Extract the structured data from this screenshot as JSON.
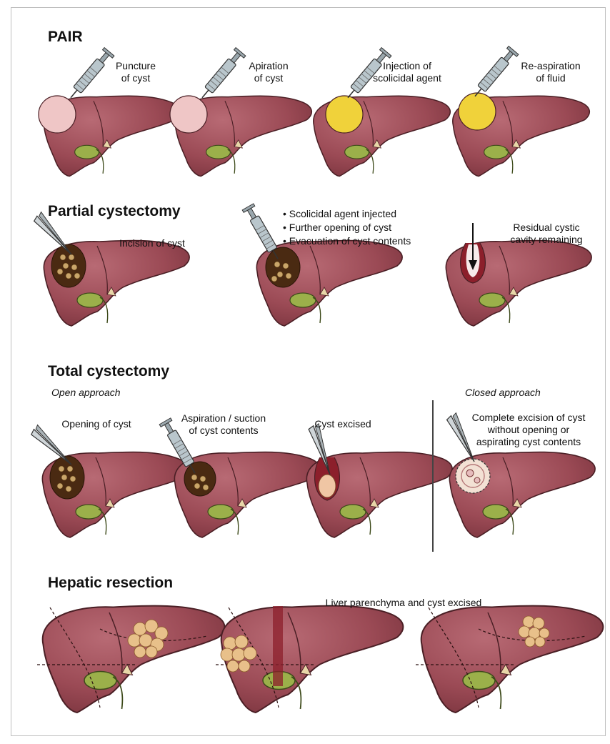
{
  "sections": {
    "pair": {
      "title": "PAIR",
      "steps": [
        {
          "line1": "Puncture",
          "line2": "of cyst"
        },
        {
          "line1": "Apiration",
          "line2": "of cyst"
        },
        {
          "line1": "Injection of",
          "line2": "scolicidal agent"
        },
        {
          "line1": "Re-aspiration",
          "line2": "of fluid"
        }
      ]
    },
    "partial": {
      "title": "Partial cystectomy",
      "step1": "Incision of cyst",
      "bullets": [
        "Scolicidal agent injected",
        "Further opening of cyst",
        "Evacuation of cyst contents"
      ],
      "step3": {
        "line1": "Residual cystic",
        "line2": "cavity remaining"
      }
    },
    "total": {
      "title": "Total cystectomy",
      "open_label": "Open approach",
      "closed_label": "Closed approach",
      "step1": "Opening of cyst",
      "step2": {
        "line1": "Aspiration / suction",
        "line2": "of cyst contents"
      },
      "step3": "Cyst excised",
      "step4": {
        "line1": "Complete excision of cyst",
        "line2": "without opening or",
        "line3": "aspirating cyst contents"
      }
    },
    "hepatic": {
      "title": "Hepatic resection",
      "caption": "Liver parenchyma and cyst excised"
    }
  },
  "colors": {
    "liver": "#9b4a55",
    "liver_dark": "#6e2f37",
    "gallbladder": "#9bb04a",
    "cyst_fluid": "#f0d23a",
    "cyst_clear": "#efc6c6",
    "cyst_contents": "#c9a56a",
    "cavity": "#8c1f2b",
    "syringe": "#b9c6cc"
  },
  "icons": [
    "syringe-icon",
    "forceps-icon",
    "scalpel-icon",
    "arrow-down-icon"
  ]
}
